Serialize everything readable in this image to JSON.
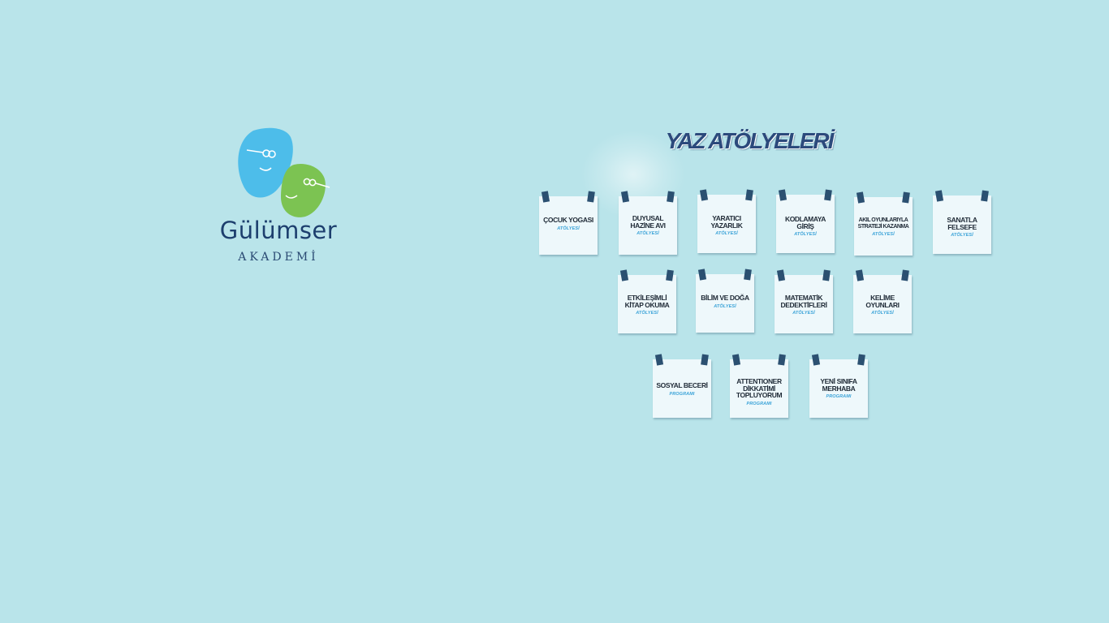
{
  "brand": {
    "name": "Gülümser",
    "subtitle": "AKADEMİ"
  },
  "title": "YAZ ATÖLYELERİ",
  "colors": {
    "background": "#b9e4ea",
    "title": "#2c4a7c",
    "note": "#eef8fb",
    "pin": "#2b5071",
    "subtitle_accent": "#3ba3d8",
    "logo_blue": "#4dbdea",
    "logo_green": "#7cc352"
  },
  "workshops": [
    {
      "title": "ÇOCUK YOGASI",
      "sub": "ATÖLYESİ"
    },
    {
      "title": "DUYUSAL\nHAZİNE AVI",
      "sub": "ATÖLYESİ"
    },
    {
      "title": "YARATICI\nYAZARLIK",
      "sub": "ATÖLYESİ"
    },
    {
      "title": "KODLAMAYA\nGİRİŞ",
      "sub": "ATÖLYESİ"
    },
    {
      "title": "AKIL OYUNLARIYLA\nSTRATEJİ KAZANMA",
      "sub": "ATÖLYESİ"
    },
    {
      "title": "SANATLA\nFELSEFE",
      "sub": "ATÖLYESİ"
    },
    {
      "title": "ETKİLEŞİMLİ\nKİTAP OKUMA",
      "sub": "ATÖLYESİ"
    },
    {
      "title": "BİLİM VE DOĞA",
      "sub": "ATÖLYESİ"
    },
    {
      "title": "MATEMATİK\nDEDEKTİFLERİ",
      "sub": "ATÖLYESİ"
    },
    {
      "title": "KELİME\nOYUNLARI",
      "sub": "ATÖLYESİ"
    },
    {
      "title": "SOSYAL BECERİ",
      "sub": "PROGRAMI"
    },
    {
      "title": "ATTENTIONER\nDİKKATİMİ\nTOPLUYORUM",
      "sub": "PROGRAMI"
    },
    {
      "title": "YENİ SINIFA\nMERHABA",
      "sub": "PROGRAMI"
    }
  ]
}
